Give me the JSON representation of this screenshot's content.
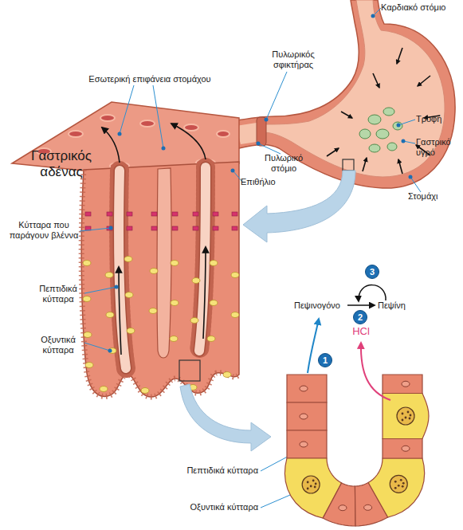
{
  "diagram": {
    "nodes": [
      {
        "text": [
          "3"
        ]
      },
      {
        "text": [
          "2"
        ]
      },
      {
        "text": [
          "1"
        ]
      }
    ],
    "labels": [
      "Καρδιακό στόμιο",
      "Εσωτερική επιφάνεια στομάχου",
      "Πυλωρικός σφικτήρας",
      "Τροφή",
      "Γαστρικό υγρό",
      "Γαστρικός αδένας",
      "Πυλωρικό στόμιο",
      "Στομάχι",
      "Επιθήλιο",
      "Κύτταρα που παράγουν βλέννα",
      "Πεπτιδικά κύτταρα",
      "Πεψινογόνο",
      "Πεψίνη",
      "HCl",
      "Οξυντικά κύτταρα",
      "Πεπτιδικά κύτταρα",
      "Οξυντικά κύτταρα"
    ]
  }
}
